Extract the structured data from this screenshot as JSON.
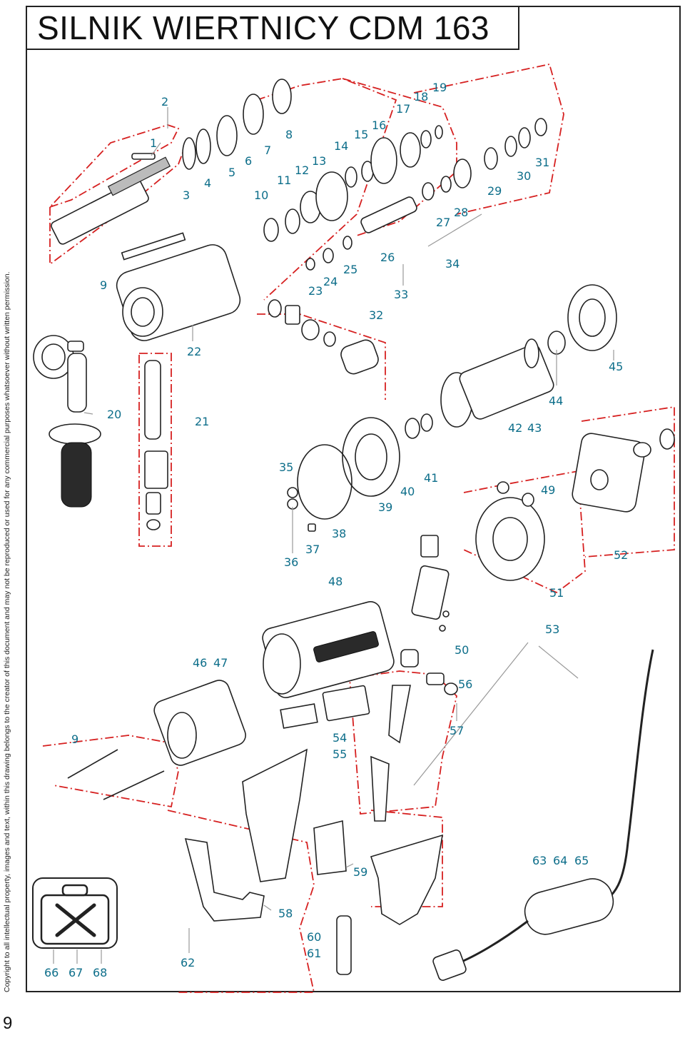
{
  "title": "SILNIK WIERTNICY CDM 163",
  "copyright": "Copyright to all intellectual property, images and text, within this drawing belongs to the creator of this document and may not be reproduced or used for any commercial purposes whatsoever without written permission.",
  "page_number": "9",
  "part_labels": [
    "1",
    "2",
    "3",
    "4",
    "5",
    "6",
    "7",
    "8",
    "9",
    "10",
    "11",
    "12",
    "13",
    "14",
    "15",
    "16",
    "17",
    "18",
    "19",
    "20",
    "21",
    "22",
    "23",
    "24",
    "25",
    "26",
    "27",
    "28",
    "29",
    "30",
    "31",
    "32",
    "33",
    "34",
    "35",
    "36",
    "37",
    "38",
    "39",
    "40",
    "41",
    "42",
    "43",
    "44",
    "45",
    "46",
    "47",
    "48",
    "49",
    "50",
    "51",
    "52",
    "53",
    "54",
    "55",
    "56",
    "57",
    "58",
    "59",
    "60",
    "61",
    "62",
    "9",
    "63",
    "64",
    "65",
    "66",
    "67",
    "68"
  ],
  "colors": {
    "label": "#0d6e8a",
    "group_outline": "#d62020",
    "ink": "#222222"
  },
  "icons": [
    "tool-kit-icon"
  ]
}
